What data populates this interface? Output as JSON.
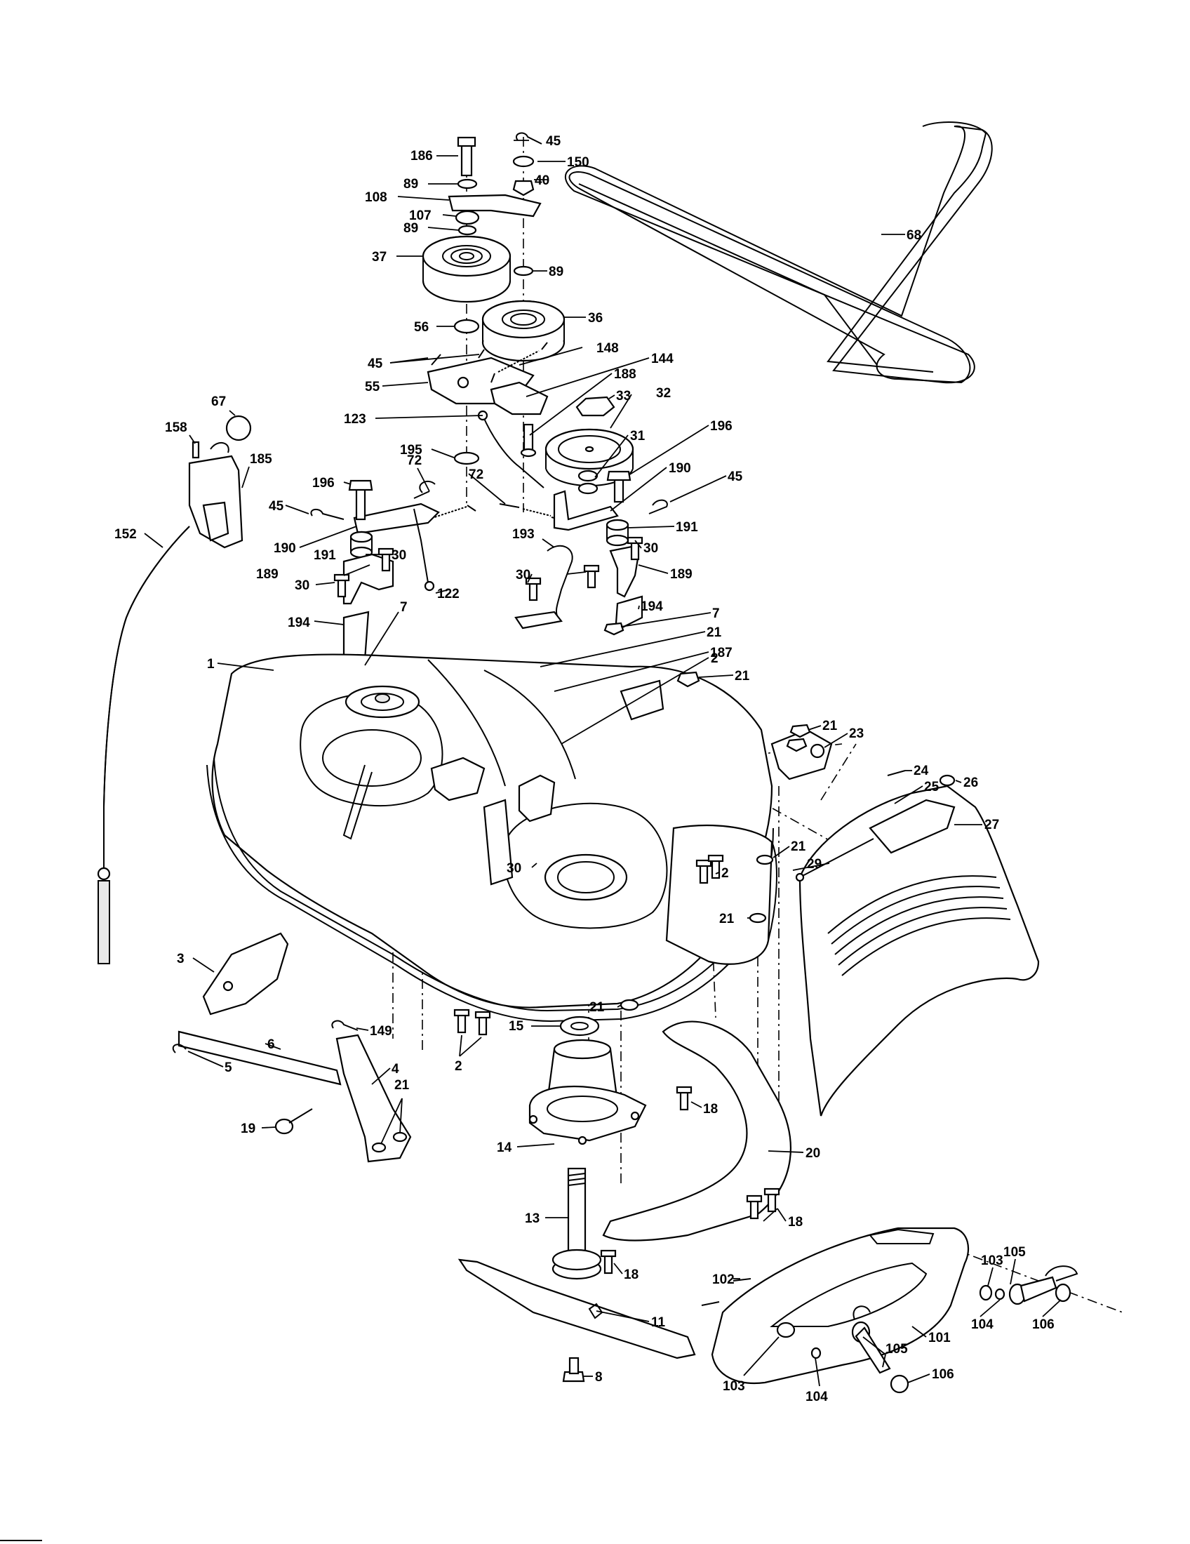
{
  "diagram": {
    "callouts": [
      {
        "label": "186"
      },
      {
        "label": "45"
      },
      {
        "label": "150"
      },
      {
        "label": "89"
      },
      {
        "label": "40"
      },
      {
        "label": "108"
      },
      {
        "label": "107"
      },
      {
        "label": "89"
      },
      {
        "label": "37"
      },
      {
        "label": "89"
      },
      {
        "label": "68"
      },
      {
        "label": "56"
      },
      {
        "label": "36"
      },
      {
        "label": "45"
      },
      {
        "label": "148"
      },
      {
        "label": "144"
      },
      {
        "label": "55"
      },
      {
        "label": "188"
      },
      {
        "label": "33"
      },
      {
        "label": "32"
      },
      {
        "label": "67"
      },
      {
        "label": "123"
      },
      {
        "label": "158"
      },
      {
        "label": "196"
      },
      {
        "label": "31"
      },
      {
        "label": "185"
      },
      {
        "label": "195"
      },
      {
        "label": "72"
      },
      {
        "label": "196"
      },
      {
        "label": "72"
      },
      {
        "label": "190"
      },
      {
        "label": "45"
      },
      {
        "label": "45"
      },
      {
        "label": "190"
      },
      {
        "label": "191"
      },
      {
        "label": "152"
      },
      {
        "label": "193"
      },
      {
        "label": "30"
      },
      {
        "label": "191"
      },
      {
        "label": "30"
      },
      {
        "label": "189"
      },
      {
        "label": "30"
      },
      {
        "label": "189"
      },
      {
        "label": "30"
      },
      {
        "label": "122"
      },
      {
        "label": "194"
      },
      {
        "label": "7"
      },
      {
        "label": "194"
      },
      {
        "label": "7"
      },
      {
        "label": "21"
      },
      {
        "label": "1"
      },
      {
        "label": "187"
      },
      {
        "label": "2"
      },
      {
        "label": "21"
      },
      {
        "label": "21"
      },
      {
        "label": "23"
      },
      {
        "label": "24"
      },
      {
        "label": "25"
      },
      {
        "label": "26"
      },
      {
        "label": "27"
      },
      {
        "label": "21"
      },
      {
        "label": "30"
      },
      {
        "label": "29"
      },
      {
        "label": "2"
      },
      {
        "label": "21"
      },
      {
        "label": "3"
      },
      {
        "label": "21"
      },
      {
        "label": "149"
      },
      {
        "label": "6"
      },
      {
        "label": "4"
      },
      {
        "label": "15"
      },
      {
        "label": "5"
      },
      {
        "label": "2"
      },
      {
        "label": "21"
      },
      {
        "label": "18"
      },
      {
        "label": "19"
      },
      {
        "label": "14"
      },
      {
        "label": "20"
      },
      {
        "label": "13"
      },
      {
        "label": "18"
      },
      {
        "label": "105"
      },
      {
        "label": "103"
      },
      {
        "label": "102"
      },
      {
        "label": "18"
      },
      {
        "label": "104"
      },
      {
        "label": "106"
      },
      {
        "label": "11"
      },
      {
        "label": "101"
      },
      {
        "label": "105"
      },
      {
        "label": "8"
      },
      {
        "label": "103"
      },
      {
        "label": "106"
      },
      {
        "label": "104"
      }
    ]
  }
}
